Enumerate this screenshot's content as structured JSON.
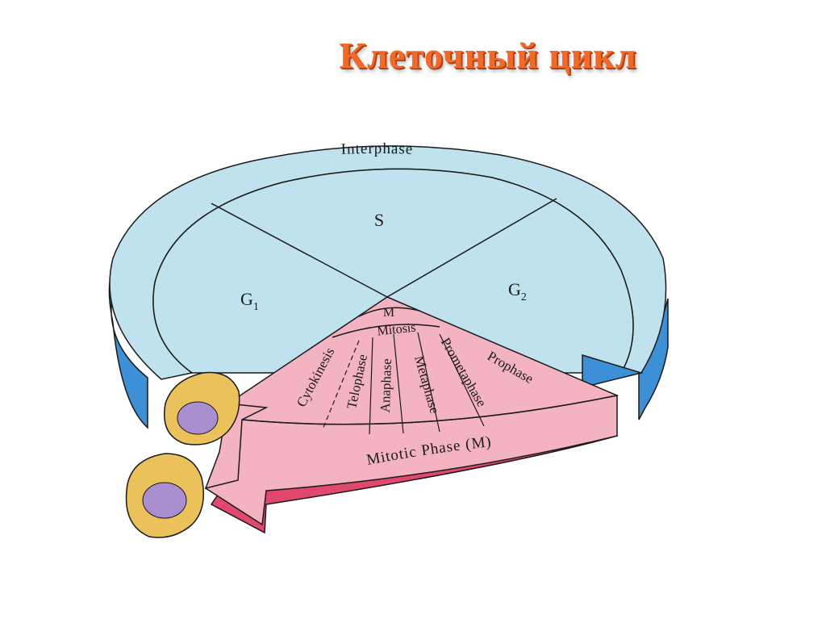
{
  "title": "Клеточный цикл",
  "diagram": {
    "interphase": "Interphase",
    "s_phase": "S",
    "g1_main": "G",
    "g1_sub": "1",
    "g2_main": "G",
    "g2_sub": "2",
    "m_label": "M",
    "mitosis": "Mitosis",
    "stages": [
      "Cytokinesis",
      "Telophase",
      "Anaphase",
      "Metaphase",
      "Prometaphase",
      "Prophase"
    ],
    "mitotic_phase": "Mitotic Phase (M)"
  },
  "colors": {
    "interphase_fill": "#bfe2ee",
    "interphase_side": "#3d8fd6",
    "mitotic_fill": "#f3b3c1",
    "mitotic_side": "#e0496d",
    "cell_cytoplasm": "#ebc15c",
    "cell_nucleus": "#a98fcf",
    "title": "#f26a2a"
  }
}
